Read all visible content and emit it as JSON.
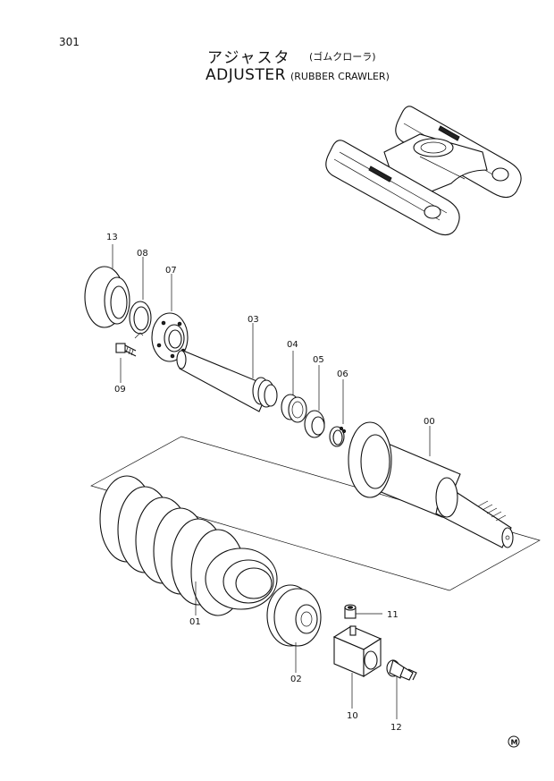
{
  "page": {
    "page_number": "301",
    "title_jp": "アジャスタ",
    "title_jp_sub": "(ゴムクローラ)",
    "title_en": "ADJUSTER",
    "title_en_sub": "(RUBBER CRAWLER)",
    "logo_mark": "M"
  },
  "parts": [
    {
      "id": "00",
      "label": "00"
    },
    {
      "id": "01",
      "label": "01"
    },
    {
      "id": "02",
      "label": "02"
    },
    {
      "id": "03",
      "label": "03"
    },
    {
      "id": "04",
      "label": "04"
    },
    {
      "id": "05",
      "label": "05"
    },
    {
      "id": "06",
      "label": "06"
    },
    {
      "id": "07",
      "label": "07"
    },
    {
      "id": "08",
      "label": "08"
    },
    {
      "id": "09",
      "label": "09"
    },
    {
      "id": "10",
      "label": "10"
    },
    {
      "id": "11",
      "label": "11"
    },
    {
      "id": "12",
      "label": "12"
    },
    {
      "id": "13",
      "label": "13"
    }
  ]
}
